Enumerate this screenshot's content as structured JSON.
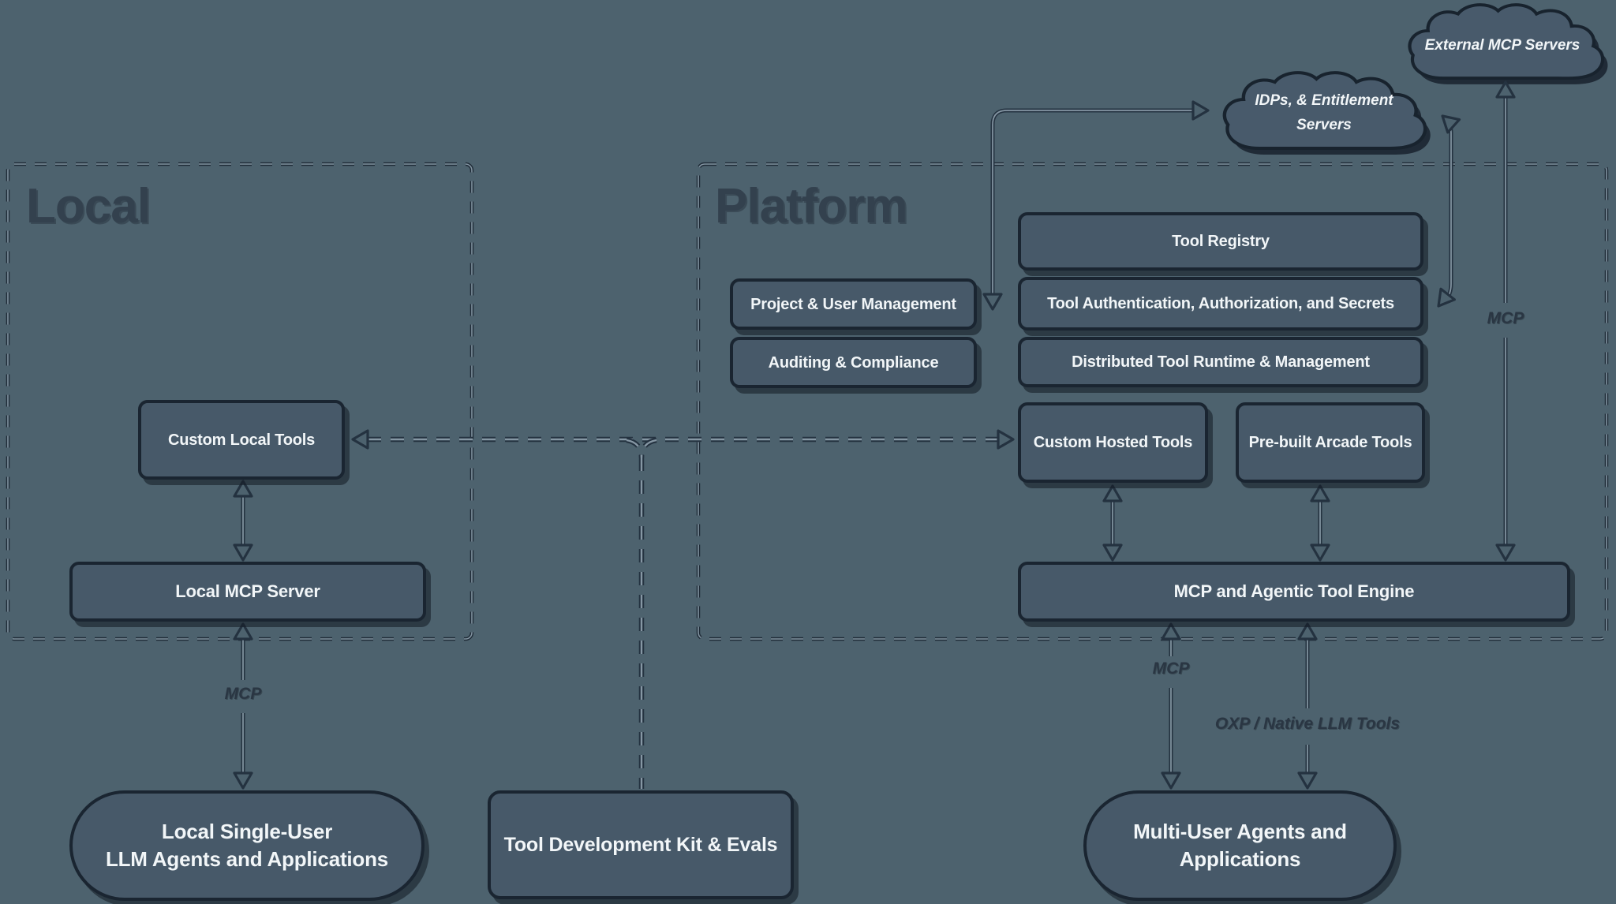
{
  "canvas": {
    "background": "#4d626e"
  },
  "palette": {
    "node_fill": "#475969",
    "node_border": "#1a2531",
    "node_text": "#f2f6f8",
    "cloud_fill": "#485a6b",
    "dash_outline": "#1f2b37",
    "dash_core": "#8294a1",
    "arrow_outline": "#243240",
    "arrow_core": "#8697a4",
    "title_color": "#33414e",
    "label_color": "#2a3643"
  },
  "containers": {
    "local": {
      "title": "Local"
    },
    "platform": {
      "title": "Platform"
    }
  },
  "clouds": {
    "external": {
      "label": "External MCP Servers"
    },
    "idps": {
      "line1": "IDPs, & Entitlement",
      "line2": "Servers"
    }
  },
  "nodes": {
    "tool_registry": {
      "label": "Tool Registry"
    },
    "tool_auth": {
      "label": "Tool Authentication, Authorization, and Secrets"
    },
    "distributed_runtime": {
      "label": "Distributed Tool Runtime & Management"
    },
    "project_user_mgmt": {
      "label": "Project & User Management"
    },
    "auditing_compliance": {
      "label": "Auditing & Compliance"
    },
    "custom_local_tools": {
      "label": "Custom Local Tools"
    },
    "custom_hosted_tools": {
      "label": "Custom Hosted Tools"
    },
    "prebuilt_arcade_tools": {
      "label": "Pre-built Arcade Tools"
    },
    "local_mcp_server": {
      "label": "Local MCP Server"
    },
    "mcp_engine": {
      "label": "MCP and Agentic Tool Engine"
    },
    "local_agents": {
      "line1": "Local Single-User",
      "line2": "LLM Agents and Applications"
    },
    "tool_dev_kit": {
      "label": "Tool Development Kit & Evals"
    },
    "multi_user_agents": {
      "line1": "Multi-User Agents and",
      "line2": "Applications"
    }
  },
  "connector_labels": {
    "local_mcp": "MCP",
    "platform_mcp": "MCP",
    "oxp": "OXP / Native LLM Tools",
    "external_mcp": "MCP"
  }
}
